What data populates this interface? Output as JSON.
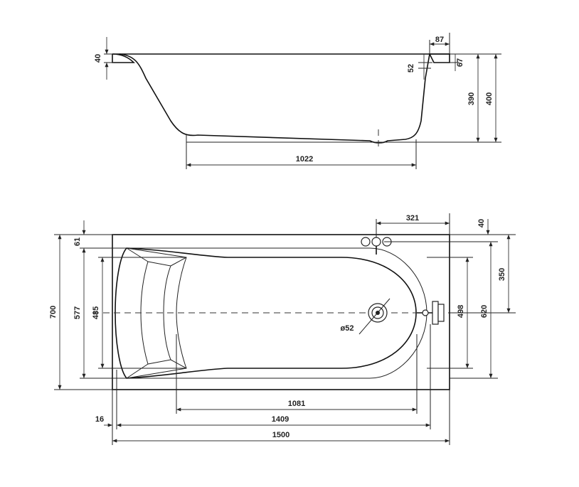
{
  "side_view": {
    "dims": {
      "rim_height": "40",
      "rim_width": "87",
      "rim_step": "52",
      "rim_total": "67",
      "inner_depth": "390",
      "total_height": "400",
      "bottom_length": "1022"
    }
  },
  "top_view": {
    "dims": {
      "total_width": "700",
      "width_577": "577",
      "width_485": "485",
      "offset_61": "61",
      "tap_offset": "321",
      "offset_40": "40",
      "drain_center": "350",
      "width_620": "620",
      "width_498": "498",
      "drain_diameter": "ø52",
      "length_1081": "1081",
      "length_1409": "1409",
      "total_length": "1500",
      "offset_16": "16"
    }
  }
}
